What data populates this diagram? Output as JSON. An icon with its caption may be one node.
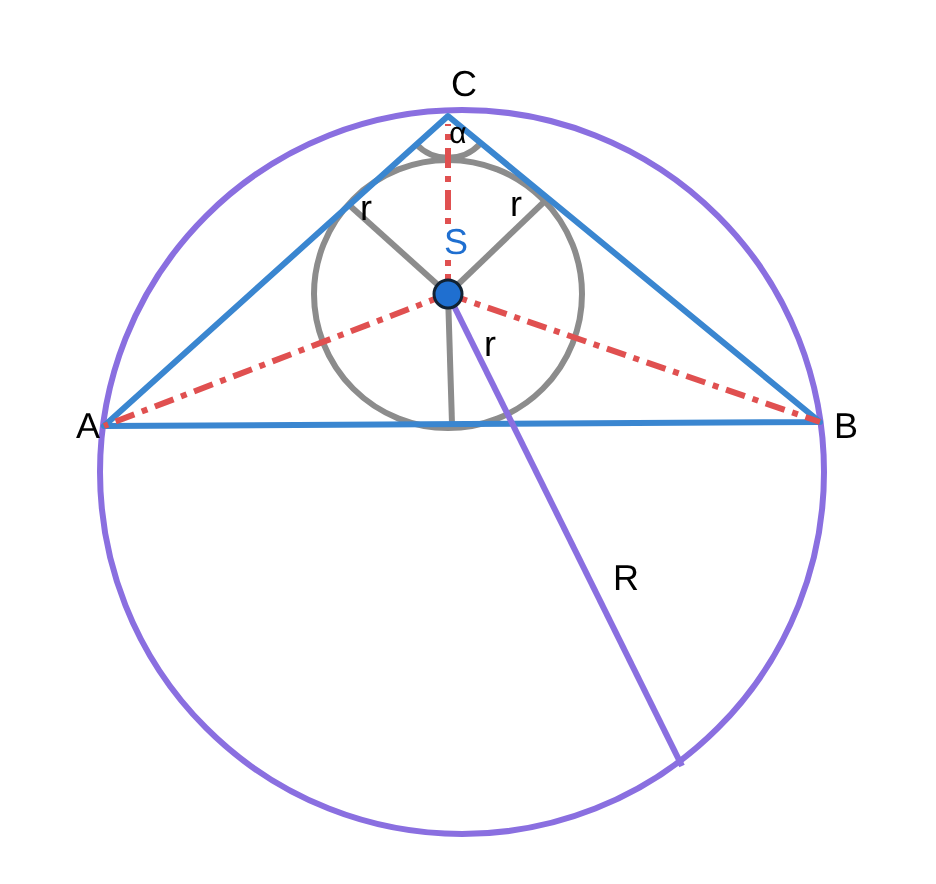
{
  "diagram": {
    "labels": [
      "C",
      "α",
      "r",
      "r",
      "S",
      "r",
      "A",
      "B",
      "R"
    ]
  }
}
